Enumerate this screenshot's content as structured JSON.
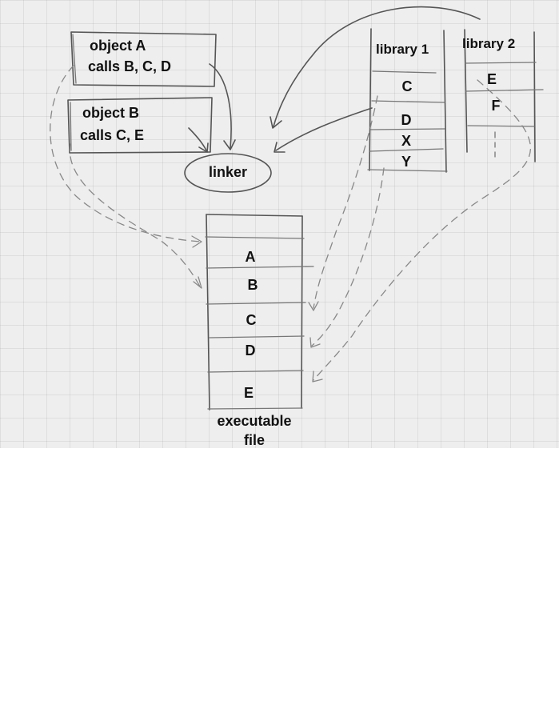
{
  "object_a": {
    "line1": "object A",
    "line2": "calls B, C, D"
  },
  "object_b": {
    "line1": "object B",
    "line2": "calls C, E"
  },
  "linker": "linker",
  "library1": {
    "title": "library 1",
    "entries": [
      "C",
      "D",
      "X",
      "Y"
    ]
  },
  "library2": {
    "title": "library 2",
    "entries": [
      "E",
      "F"
    ]
  },
  "executable": {
    "entries": [
      "A",
      "B",
      "C",
      "D",
      "E"
    ],
    "caption1": "executable",
    "caption2": "file"
  }
}
